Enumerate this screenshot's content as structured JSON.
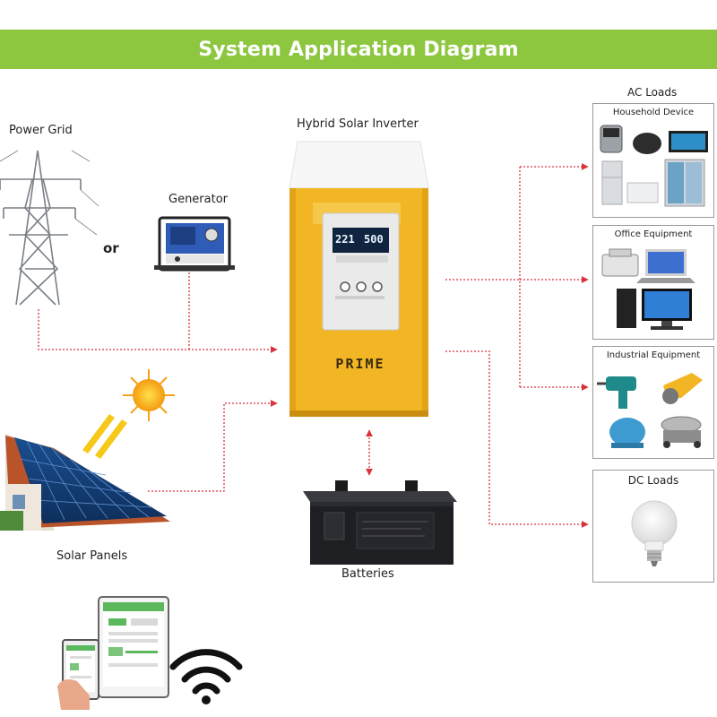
{
  "title": "System Application Diagram",
  "labels": {
    "power_grid": "Power Grid",
    "or": "or",
    "generator": "Generator",
    "inverter": "Hybrid Solar Inverter",
    "solar_panels": "Solar Panels",
    "batteries": "Batteries",
    "ac_loads": "AC Loads",
    "household": "Household Device",
    "office": "Office Equipment",
    "industrial": "Industrial Equipment",
    "dc_loads": "DC Loads"
  },
  "inverter": {
    "brand": "PRIME",
    "display_left": "221",
    "display_right": "500"
  },
  "colors": {
    "banner": "#8dc63f",
    "inverter_body": "#f2b624",
    "arrows": "#d9323a"
  }
}
